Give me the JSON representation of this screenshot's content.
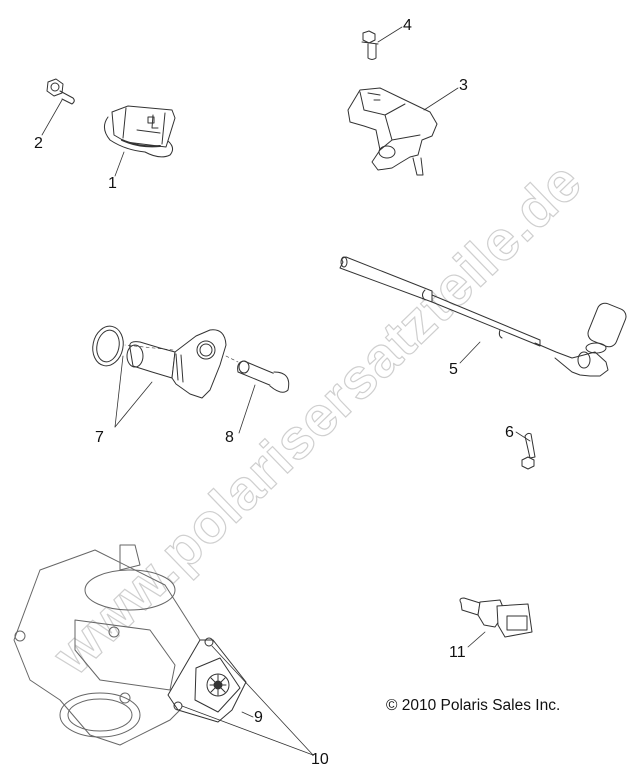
{
  "diagram": {
    "watermark": "www.polarisersatzteile.de",
    "copyright": "© 2010 Polaris Sales Inc.",
    "callouts": [
      {
        "id": "1",
        "label": "1",
        "part": "sensor-module"
      },
      {
        "id": "2",
        "label": "2",
        "part": "flange-bolt"
      },
      {
        "id": "3",
        "label": "3",
        "part": "map-sensor"
      },
      {
        "id": "4",
        "label": "4",
        "part": "flange-bolt"
      },
      {
        "id": "5",
        "label": "5",
        "part": "speed-sensor-with-lead"
      },
      {
        "id": "6",
        "label": "6",
        "part": "flange-bolt"
      },
      {
        "id": "7",
        "label": "7",
        "part": "cam-sensor-and-o-ring"
      },
      {
        "id": "8",
        "label": "8",
        "part": "sleeve"
      },
      {
        "id": "9",
        "label": "9",
        "part": "throttle-position-sensor"
      },
      {
        "id": "10",
        "label": "10",
        "part": "tps-screws"
      },
      {
        "id": "11",
        "label": "11",
        "part": "temperature-sensor"
      }
    ],
    "colors": {
      "line": "#333333",
      "watermark_outline": "#cfcfcf",
      "text": "#111111"
    }
  }
}
